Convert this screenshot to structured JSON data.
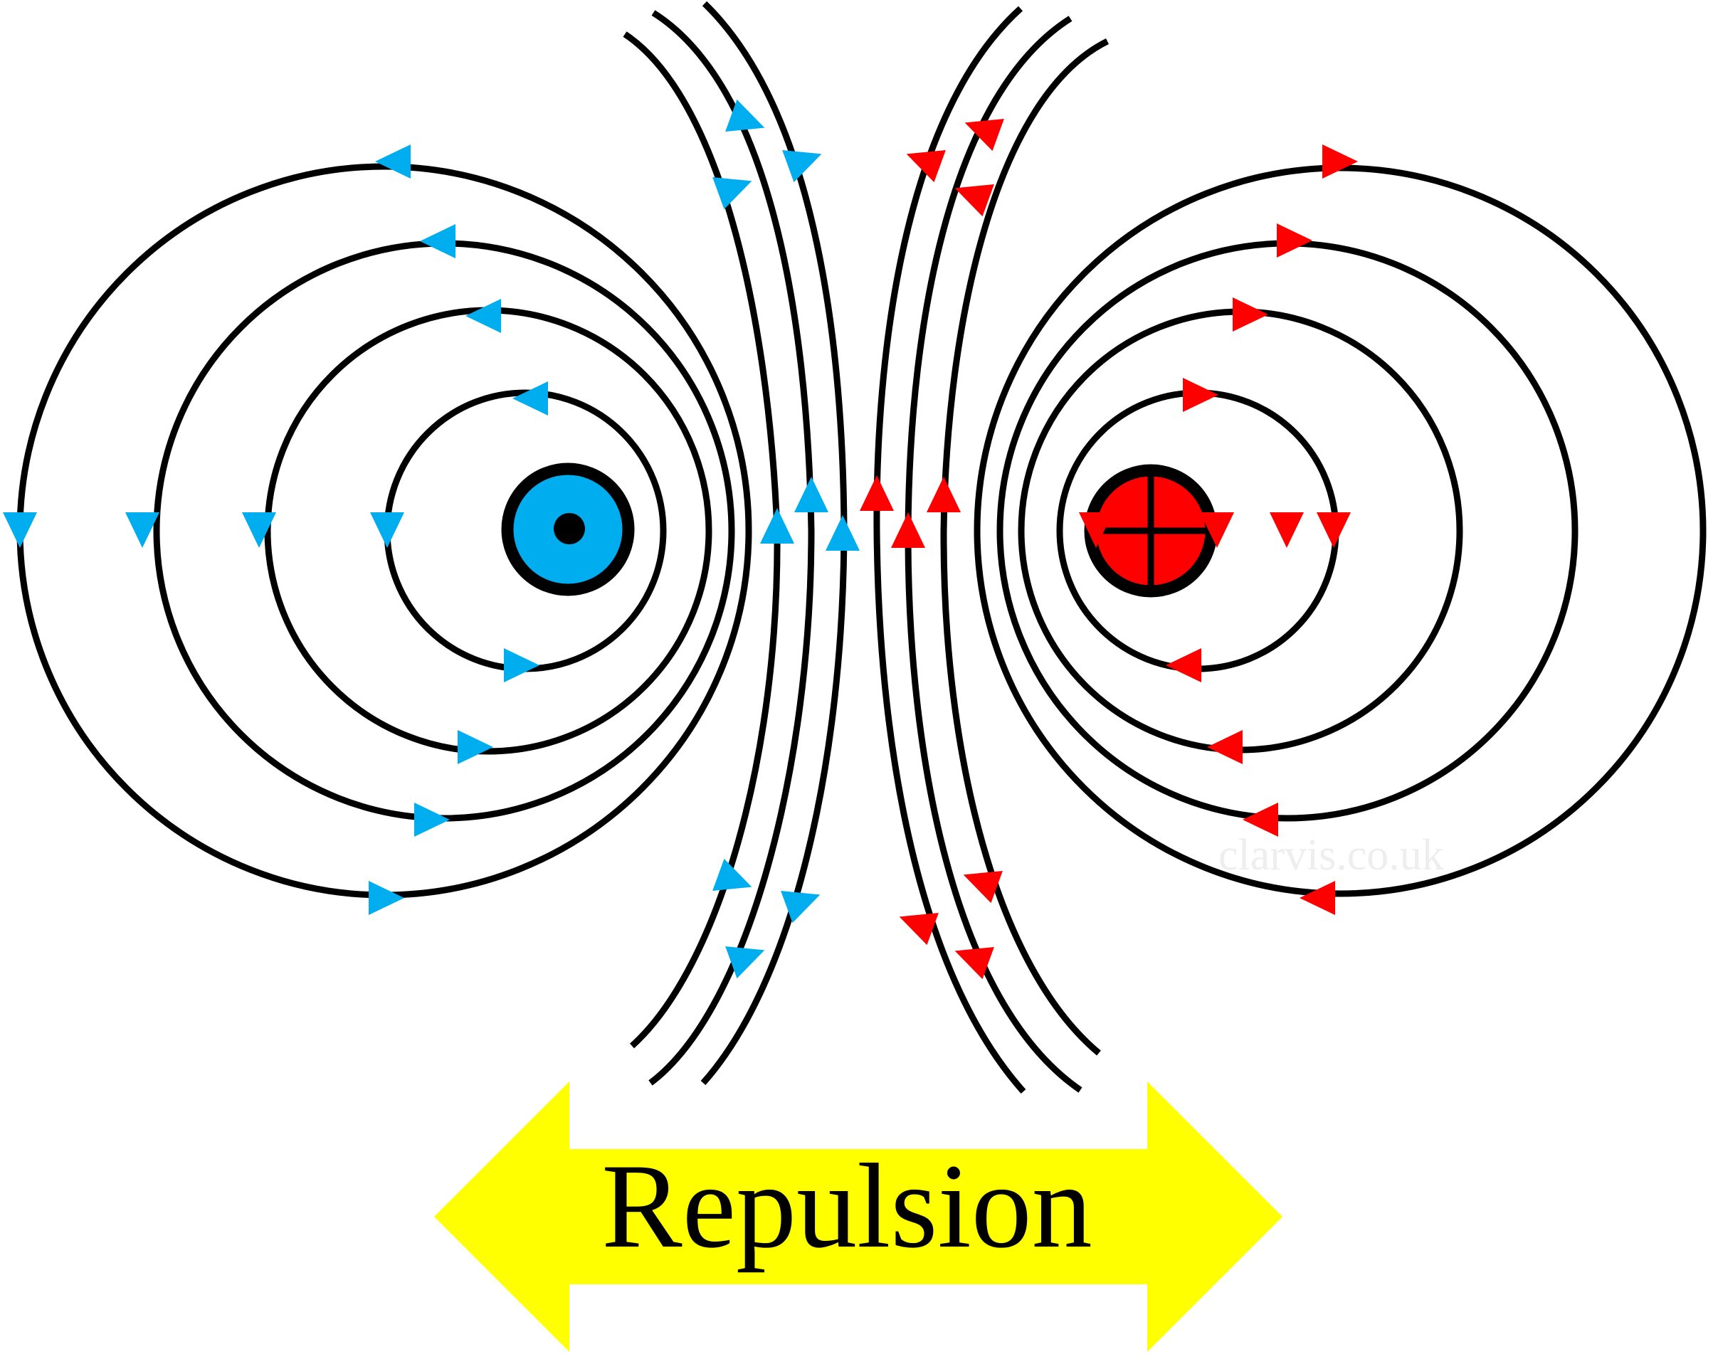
{
  "caption": "Repulsion",
  "watermark": "clarvis.co.uk",
  "colors": {
    "left_current": "#00aeef",
    "right_current": "#ff0000",
    "arrow_band": "#ffff00",
    "field_line": "#000000",
    "text": "#000000",
    "watermark": "#eeeeee"
  },
  "left_conductor": {
    "current_direction": "out of page",
    "symbol": "dot"
  },
  "right_conductor": {
    "current_direction": "into page",
    "symbol": "cross"
  },
  "left_field_direction": "counterclockwise",
  "right_field_direction": "clockwise",
  "icons": [
    "double-headed-arrow-icon",
    "current-out-dot-icon",
    "current-in-cross-icon"
  ]
}
